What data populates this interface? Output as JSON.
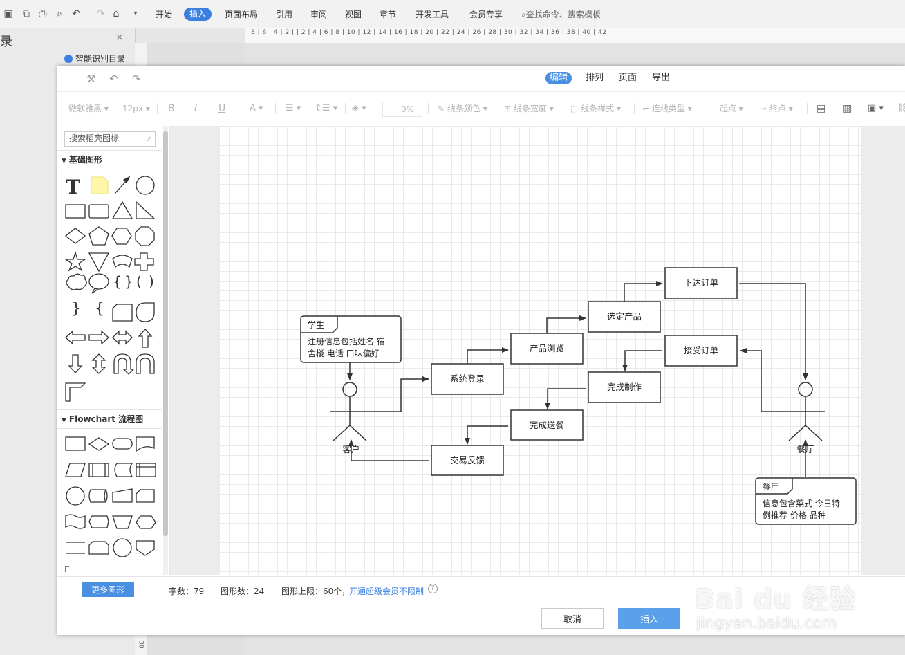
{
  "app": {
    "menus": [
      "开始",
      "插入",
      "页面布局",
      "引用",
      "审阅",
      "视图",
      "章节",
      "开发工具",
      "会员专享"
    ],
    "active_menu": "插入",
    "command_search": "查找命令、搜索模板",
    "ruler_text": "8 | 6 | 4 | 2 |  | 2 | 4 | 6 | 8 | 10 | 12 | 14 | 16 | 18 | 20 | 22 | 24 | 26 | 28 | 30 | 32 | 34 | 36 | 38 | 40 | 42 |",
    "vruler_num": "30"
  },
  "nav_pane": {
    "title": "录",
    "close": "×",
    "smart_toc": "智能识别目录"
  },
  "dialog": {
    "tabs": [
      "编辑",
      "排列",
      "页面",
      "导出"
    ],
    "active_tab": "编辑",
    "toolbar": {
      "font": "微软雅黑",
      "size": "12px",
      "bold": "B",
      "italic": "I",
      "underline": "U",
      "font_color": "A",
      "opacity": "0%",
      "line_color": "线条颜色",
      "line_width": "线条宽度",
      "line_style": "线条样式",
      "connector": "连线类型",
      "start": "起点",
      "end": "终点"
    },
    "shape_panel": {
      "search_placeholder": "搜索稻壳图标",
      "categories": [
        "基础图形",
        "Flowchart 流程图"
      ]
    },
    "status": {
      "more_shapes": "更多图形",
      "char_count": "字数：79",
      "shape_count": "图形数：24",
      "shape_limit": "图形上限：60个，",
      "vip_link": "开通超级会员不限制",
      "help": "?"
    },
    "buttons": {
      "cancel": "取消",
      "insert": "插入"
    }
  },
  "diagram": {
    "actors": {
      "customer": "客户",
      "restaurant": "餐厅"
    },
    "notes": {
      "student": {
        "title": "学生",
        "line1": "注册信息包括姓名 宿",
        "line2": "舍楼 电话 口味偏好"
      },
      "restaurant": {
        "title": "餐厅",
        "line1": "信息包含菜式 今日特",
        "line2": "例推荐 价格 品种"
      }
    },
    "boxes": {
      "login": "系统登录",
      "browse": "产品浏览",
      "select": "选定产品",
      "order": "下达订单",
      "accept": "接受订单",
      "make": "完成制作",
      "deliver": "完成送餐",
      "feedback": "交易反馈"
    }
  },
  "watermark": {
    "main": "Bai du 经验",
    "sub": "jingyan.baidu.com"
  }
}
